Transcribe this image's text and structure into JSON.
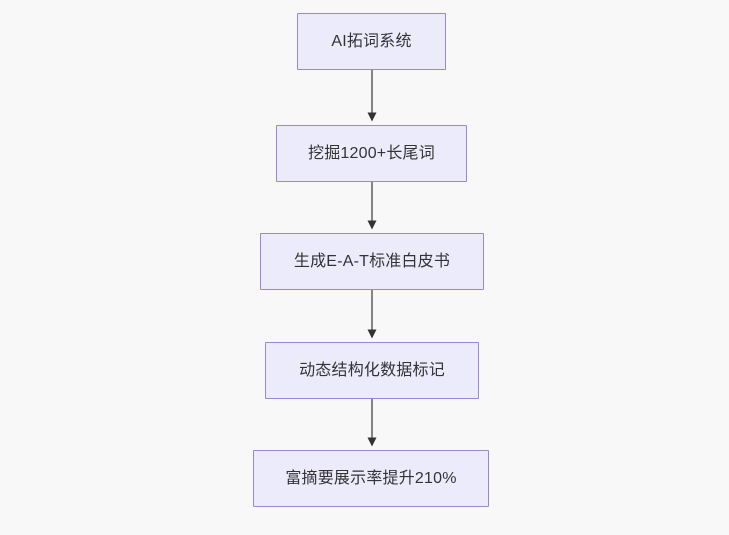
{
  "diagram": {
    "type": "flowchart",
    "orientation": "top-to-bottom",
    "background_color": "#f8f8f8",
    "node_fill_color": "#ecebfc",
    "node_border_color": "#9d84d4",
    "node_text_color": "#333333",
    "edge_line_color": "#848484",
    "edge_arrow_color": "#333333",
    "nodes": [
      {
        "id": "node-1",
        "label": "AI拓词系统"
      },
      {
        "id": "node-2",
        "label": "挖掘1200+长尾词"
      },
      {
        "id": "node-3",
        "label": "生成E-A-T标准白皮书"
      },
      {
        "id": "node-4",
        "label": "动态结构化数据标记"
      },
      {
        "id": "node-5",
        "label": "富摘要展示率提升210%"
      }
    ],
    "edges": [
      {
        "id": "edge-1",
        "from": "node-1",
        "to": "node-2",
        "label": ""
      },
      {
        "id": "edge-2",
        "from": "node-2",
        "to": "node-3",
        "label": ""
      },
      {
        "id": "edge-3",
        "from": "node-3",
        "to": "node-4",
        "label": ""
      },
      {
        "id": "edge-4",
        "from": "node-4",
        "to": "node-5",
        "label": ""
      }
    ]
  }
}
